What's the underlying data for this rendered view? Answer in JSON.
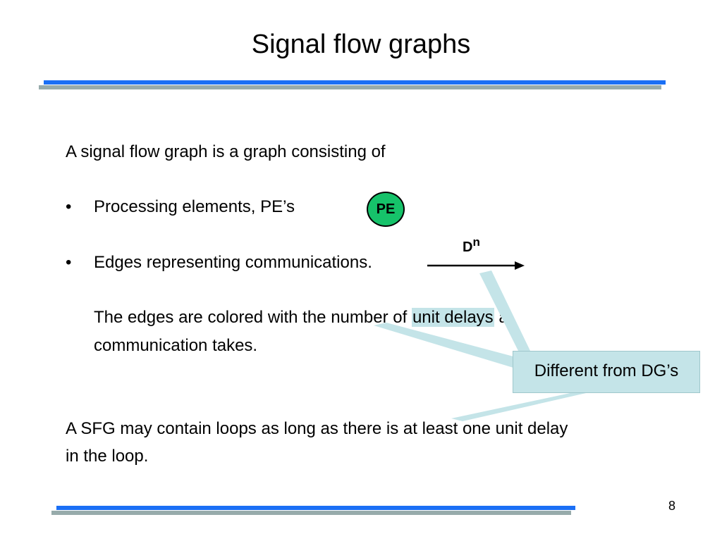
{
  "slide": {
    "title": "Signal flow graphs",
    "intro": "A signal flow graph is a graph consisting of",
    "bullets": [
      {
        "symbol": "•",
        "text": "Processing elements, PE’s"
      },
      {
        "symbol": "•",
        "text": "Edges representing communications."
      }
    ],
    "edge_note": {
      "prefix": "The edges are colored with the number of ",
      "highlight": "unit delays",
      "suffix": " a",
      "line2": "communication takes."
    },
    "loop_note": {
      "line1": "A SFG may contain loops as long as there is at least one unit delay",
      "line2": "in the loop."
    },
    "pe_node_label": "PE",
    "edge_label": {
      "base": "D",
      "exponent": "n"
    },
    "callout": "Different from DG’s",
    "page_number": "8"
  },
  "colors": {
    "bar_blue": "#1a6ff5",
    "bar_gray": "#97abab",
    "pe_fill": "#16c26a",
    "callout_fill": "#c4e4e8"
  }
}
